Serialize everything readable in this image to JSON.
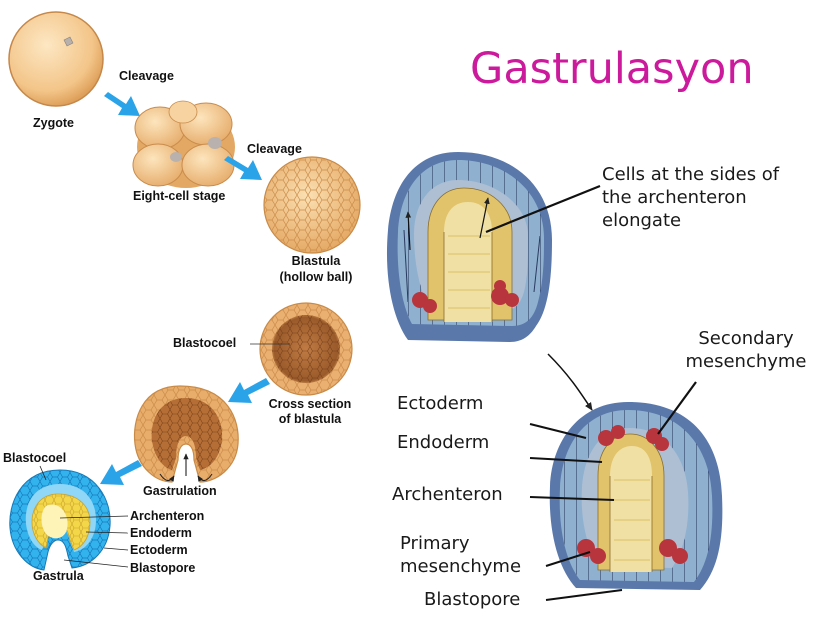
{
  "title": "Gastrulasyon",
  "left_labels": {
    "zygote": "Zygote",
    "cleavage_1": "Cleavage",
    "eight_cell": "Eight-cell stage",
    "cleavage_2": "Cleavage",
    "blastula_line1": "Blastula",
    "blastula_line2": "(hollow ball)",
    "blastocoel_1": "Blastocoel",
    "cross_section_line1": "Cross section",
    "cross_section_line2": "of blastula",
    "gastrulation": "Gastrulation",
    "blastocoel_2": "Blastocoel",
    "archenteron": "Archenteron",
    "endoderm": "Endoderm",
    "ectoderm": "Ectoderm",
    "blastopore": "Blastopore",
    "gastrula": "Gastrula"
  },
  "right_labels": {
    "cells_sides_line1": "Cells at the sides of",
    "cells_sides_line2": "the archenteron",
    "cells_sides_line3": "elongate",
    "secondary_line1": "Secondary",
    "secondary_line2": "mesenchyme",
    "ectoderm": "Ectoderm",
    "endoderm": "Endoderm",
    "archenteron": "Archenteron",
    "primary_line1": "Primary",
    "primary_line2": "mesenchyme",
    "blastopore": "Blastopore"
  },
  "colors": {
    "title": "#cc1a9c",
    "arrow_blue": "#2aa3e8",
    "embryo_tan": "#f3c58a",
    "embryo_brown": "#a8622e",
    "ectoderm_blue": "#7fa6c9",
    "outer_dark_blue": "#5d79a8",
    "endoderm_yellow": "#f3d36a",
    "mesenchyme_red": "#b8353d",
    "gastrula_cyan": "#33b3ee"
  }
}
